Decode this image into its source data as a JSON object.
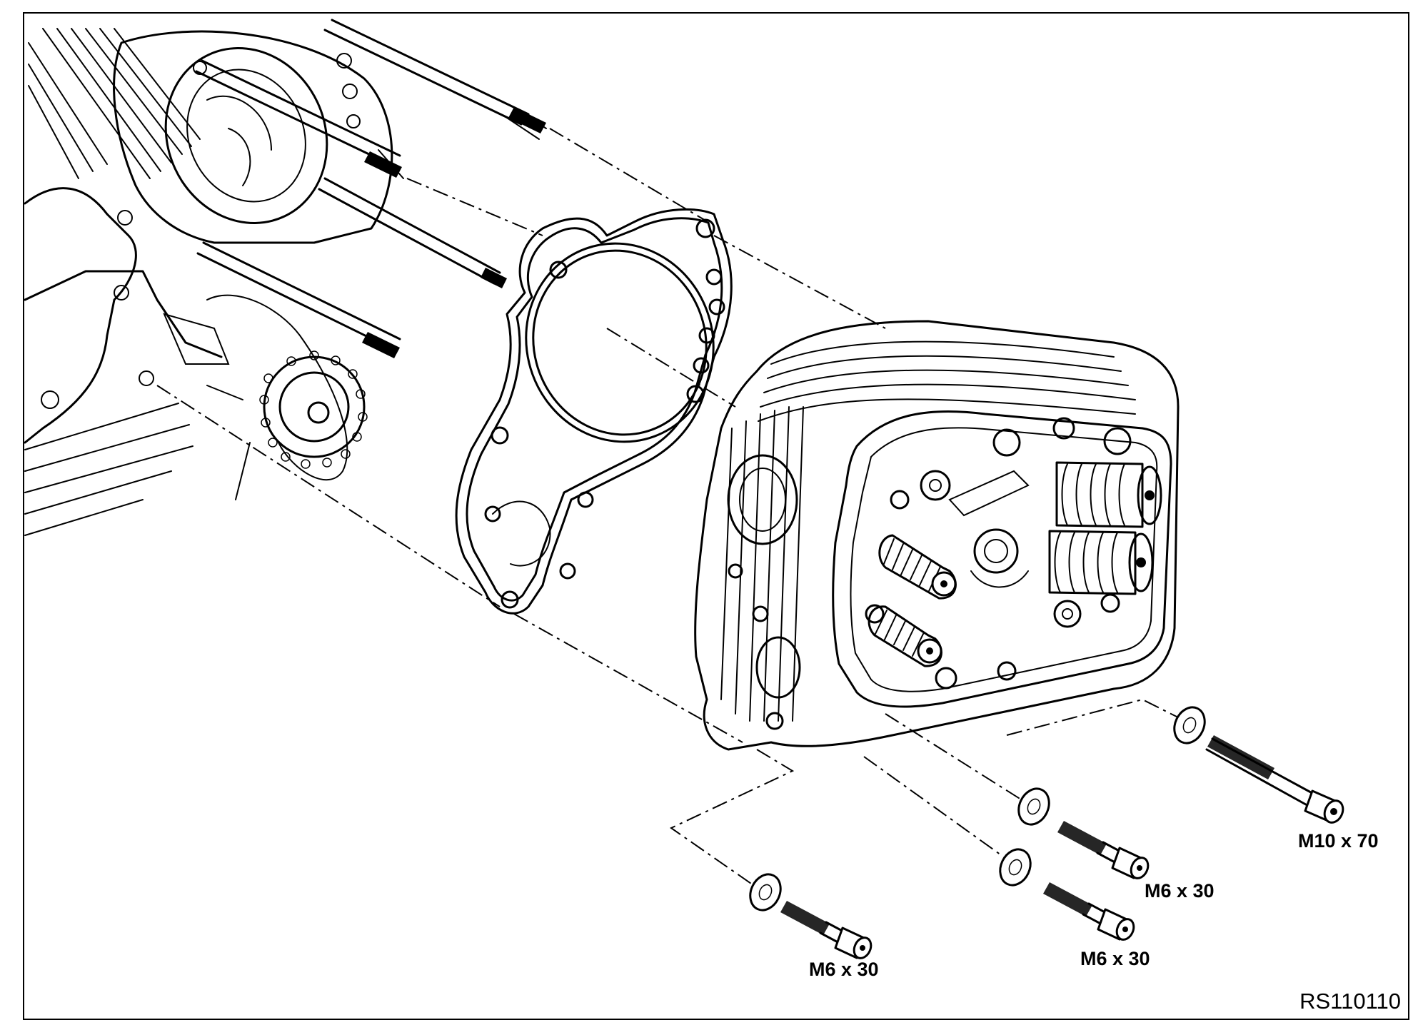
{
  "labels": {
    "bolt_m10": "M10 x 70",
    "bolt_m6_upper": "M6 x 30",
    "bolt_m6_lower": "M6 x 30",
    "bolt_m6_left": "M6 x 30"
  },
  "reference_number": "RS110110"
}
